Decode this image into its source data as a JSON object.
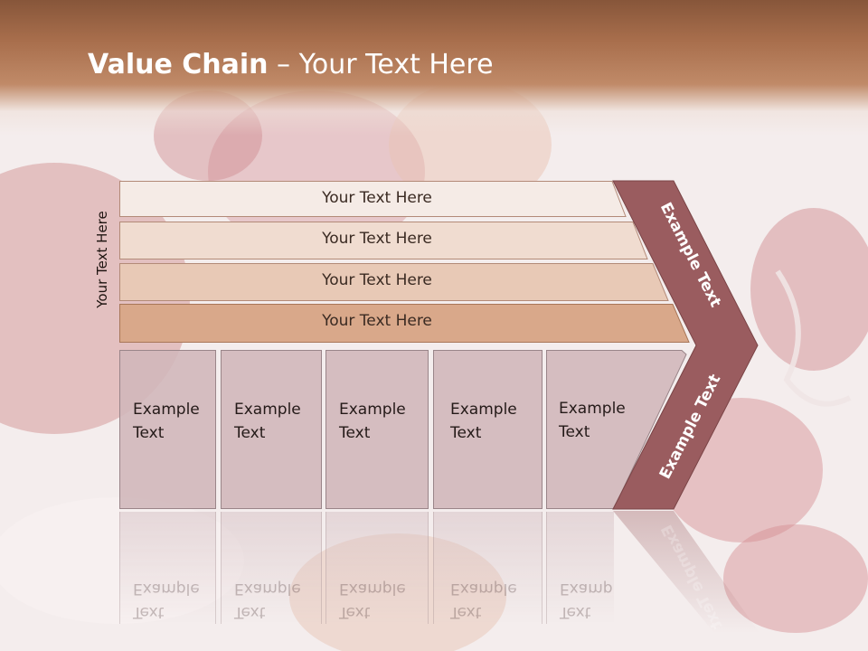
{
  "slide": {
    "title_bold": "Value Chain",
    "title_rest": " – Your Text Here",
    "side_label": "Your Text Here",
    "bars": [
      {
        "label": "Your Text Here",
        "fill": "#f5ebe6"
      },
      {
        "label": "Your Text Here",
        "fill": "#f0dcd0"
      },
      {
        "label": "Your Text Here",
        "fill": "#e8c9b6"
      },
      {
        "label": "Your Text Here",
        "fill": "#d9a88a"
      }
    ],
    "columns": [
      {
        "line1": "Example",
        "line2": "Text"
      },
      {
        "line1": "Example",
        "line2": "Text"
      },
      {
        "line1": "Example",
        "line2": "Text"
      },
      {
        "line1": "Example",
        "line2": "Text"
      },
      {
        "line1": "Example",
        "line2": "Text"
      }
    ],
    "chevron_top_label": "Example Text",
    "chevron_bottom_label": "Example Text",
    "colors": {
      "chevron": "#9a5c5f",
      "band": "#a86e4c"
    }
  }
}
